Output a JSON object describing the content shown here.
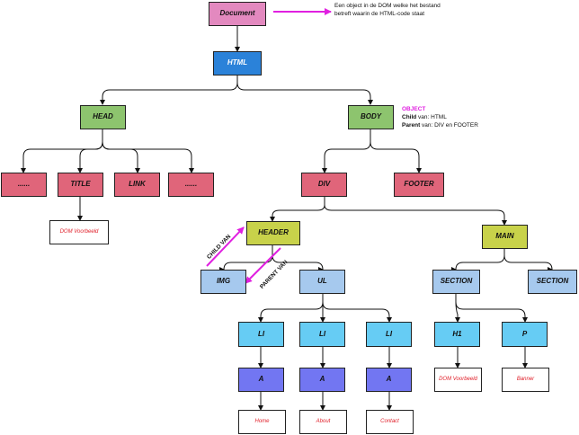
{
  "colors": {
    "pink": "#e389bf",
    "blue": "#2b82d9",
    "green": "#8dc46e",
    "red": "#e0657a",
    "olive": "#c8d24a",
    "lightblue": "#a6c9ee",
    "cyan": "#66ccf4",
    "indigo": "#7276f2",
    "magenta": "#e020e0"
  },
  "nodes": {
    "document": "Document",
    "html": "HTML",
    "head": "HEAD",
    "body": "BODY",
    "head_dots1": "......",
    "title": "TITLE",
    "link": "LINK",
    "head_dots2": "......",
    "title_text": "DOM Voorbeeld",
    "div": "DIV",
    "footer": "FOOTER",
    "header": "HEADER",
    "main": "MAIN",
    "img": "IMG",
    "ul": "UL",
    "section1": "SECTION",
    "section2": "SECTION",
    "li1": "LI",
    "li2": "LI",
    "li3": "LI",
    "h1": "H1",
    "p": "P",
    "a1": "A",
    "a2": "A",
    "a3": "A",
    "home": "Home",
    "about": "About",
    "contact": "Contact",
    "h1_text": "DOM Voorbeeld",
    "banner": "Banner"
  },
  "annotations": {
    "document_note_line1": "Een object in de DOM welke het bestand",
    "document_note_line2": "betreft waarin de HTML-code staat",
    "object_title": "OBJECT",
    "child_label": "Child",
    "child_value": " van: HTML",
    "parent_label": "Parent",
    "parent_value": " van: DIV en FOOTER",
    "child_van": "CHILD VAN",
    "parent_van": "PARENT VAN"
  }
}
